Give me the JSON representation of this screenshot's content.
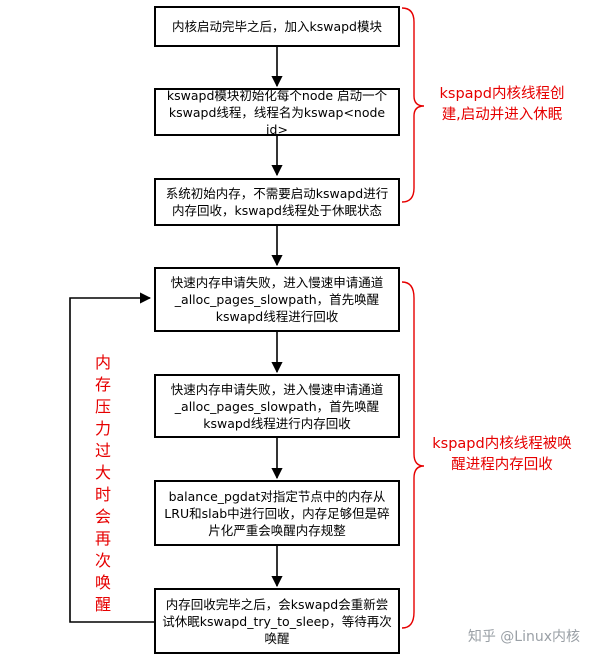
{
  "steps": [
    "内核启动完毕之后，加入kswapd模块",
    "kswapd模块初始化每个node 启动一个kswapd线程，线程名为kswap<node id>",
    "系统初始内存，不需要启动kswapd进行内存回收，kswapd线程处于休眠状态",
    "快速内存申请失败，进入慢速申请通道_alloc_pages_slowpath，首先唤醒kswapd线程进行回收",
    "快速内存申请失败，进入慢速申请通道_alloc_pages_slowpath，首先唤醒kswapd线程进行内存回收",
    "balance_pgdat对指定节点中的内存从LRU和slab中进行回收，内存足够但是碎片化严重会唤醒内存规整",
    "内存回收完毕之后，会kswapd会重新尝试休眠kswapd_try_to_sleep，等待再次唤醒"
  ],
  "annotations": {
    "phase1": "kspapd内核线程创建,启动并进入休眠",
    "phase2": "kspapd内核线程被唤醒进程内存回收",
    "loop": "内存压力过大时会再次唤醒"
  },
  "watermark": "知乎 @Linux内核",
  "colors": {
    "annotation": "#e60000",
    "box_border": "#000000",
    "watermark": "#9aa0a6"
  }
}
